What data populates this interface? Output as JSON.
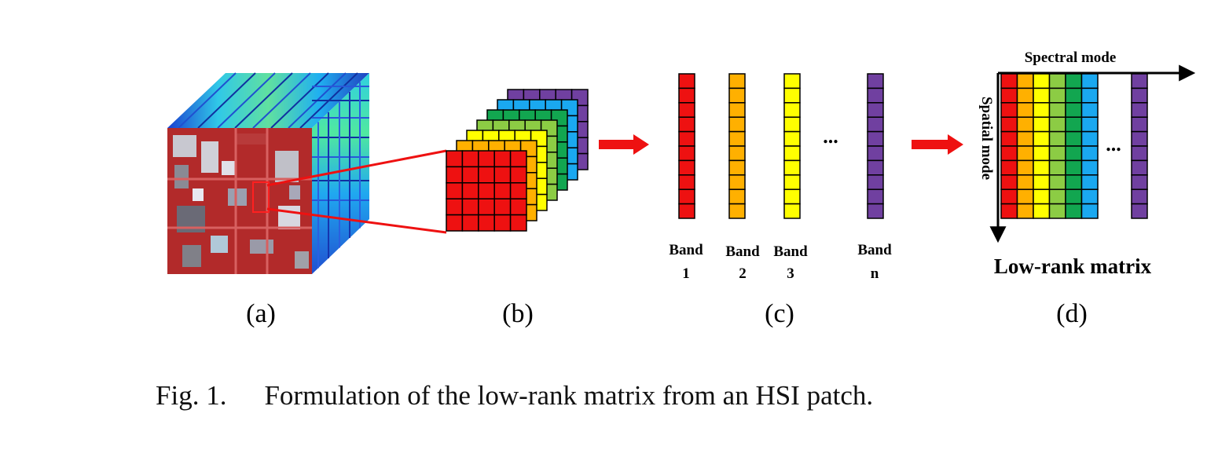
{
  "panels": [
    "(a)",
    "(b)",
    "(c)",
    "(d)"
  ],
  "bands": [
    {
      "word": "Band",
      "idx": "1"
    },
    {
      "word": "Band",
      "idx": "2"
    },
    {
      "word": "Band",
      "idx": "3"
    },
    {
      "word": "Band",
      "idx": "n"
    }
  ],
  "ellipsis": "...",
  "spectral_mode": "Spectral mode",
  "spatial_mode": "Spatial mode",
  "matrix_title": "Low-rank matrix",
  "caption": {
    "number": "Fig. 1.",
    "text": "Formulation of the low-rank matrix from an HSI patch."
  },
  "colors": {
    "red": "#ee1111",
    "orange": "#ffb000",
    "yellow": "#ffff00",
    "light_green": "#8ccc44",
    "green": "#12a650",
    "blue": "#1aa8f0",
    "purple": "#7040a0",
    "arrow": "#ee1111"
  }
}
